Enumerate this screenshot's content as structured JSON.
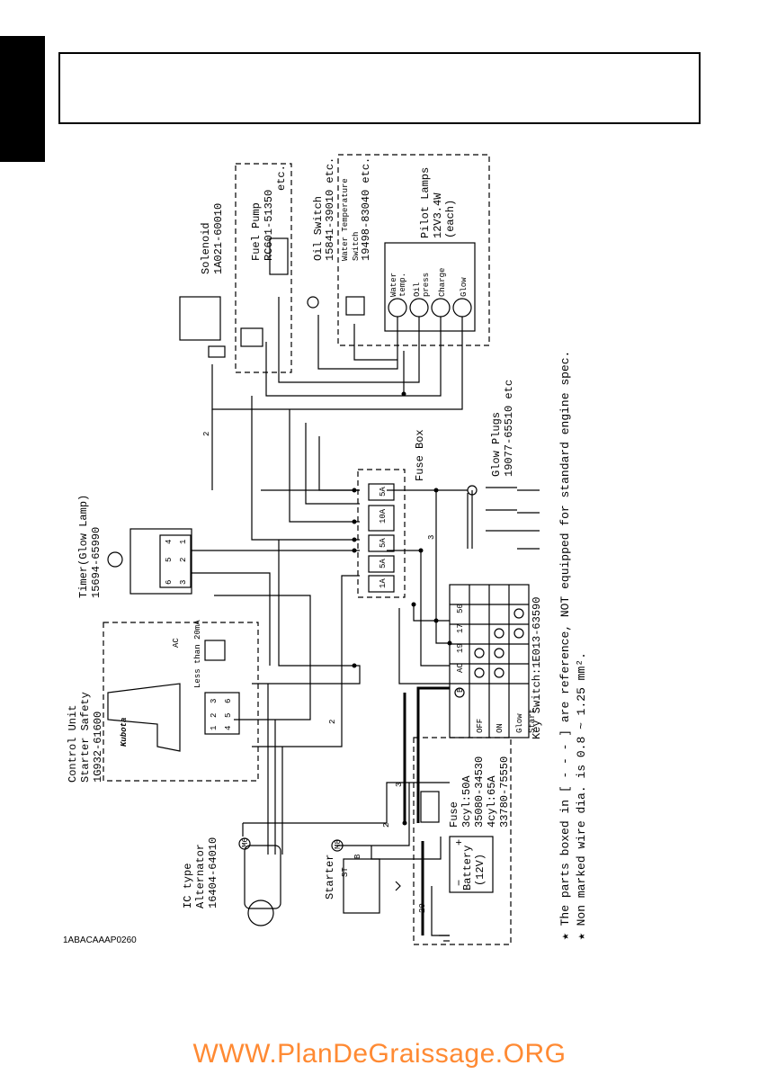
{
  "components": {
    "solenoid": {
      "name": "Solenoid",
      "part": "1A021-60010"
    },
    "fuel_pump": {
      "name": "Fuel Pump",
      "part": "RC601-51350",
      "etc": "etc."
    },
    "oil_switch": {
      "name": "Oil Switch",
      "part": "15841-39010 etc."
    },
    "water_temp_switch": {
      "name1": "Water Temperature",
      "name2": "Switch",
      "part": "19498-83040 etc."
    },
    "pilot_lamps": {
      "name": "Pilot Lamps",
      "rating": "12V3.4W",
      "each": "(each)",
      "labels": [
        "Water",
        "temp.",
        "Oil",
        "press",
        "Charge",
        "Glow"
      ]
    },
    "fuse_box": {
      "name": "Fuse Box",
      "fuses": [
        "5A",
        "10A",
        "5A",
        "5A",
        "1A"
      ]
    },
    "glow_plugs": {
      "name": "Glow Plugs",
      "part": "19077-65510 etc"
    },
    "timer": {
      "name": "Timer(Glow Lamp)",
      "part": "15694-65990",
      "pins": [
        "6",
        "5",
        "4",
        "3",
        "2",
        "1"
      ]
    },
    "control_unit": {
      "name1": "Control Unit",
      "name2": "Starter Safety",
      "part": "1G932-61600",
      "logo": "Kubota",
      "ac_label": "AC",
      "less_than": "Less than 20mA",
      "pins": [
        "1",
        "2",
        "3",
        "4",
        "5",
        "6"
      ]
    },
    "key_switch": {
      "name": "Key Switch:1E013-63590",
      "cols": [
        "B",
        "AC",
        "19",
        "17",
        "50"
      ],
      "rows": [
        "OFF",
        "ON",
        "Glow",
        "Start"
      ]
    },
    "alternator": {
      "name": "IC type",
      "name2": "Alternator",
      "part": "16404-64010",
      "terminal": "M6"
    },
    "starter": {
      "name": "Starter",
      "st": "ST",
      "b": "B",
      "terminal": "M8"
    },
    "fuse": {
      "name": "Fuse",
      "l1": "3cyl:50A",
      "l2": "35080-34530",
      "l3": "4cyl:65A",
      "l4": "33780-75550"
    },
    "battery": {
      "name": "Battery",
      "volt": "(12V)",
      "plus": "+",
      "minus": "−"
    },
    "wire_labels": {
      "w2": "2",
      "w3": "3",
      "w20": "20"
    }
  },
  "notes": [
    "★ The parts boxed in [ - - - ] are reference, NOT equipped for standard engine spec.",
    "★ Non marked wire dia. is 0.8 ~ 1.25 mm²."
  ],
  "figure_code": "1ABACAAAP0260",
  "watermark": "WWW.PlanDeGraissage.ORG"
}
